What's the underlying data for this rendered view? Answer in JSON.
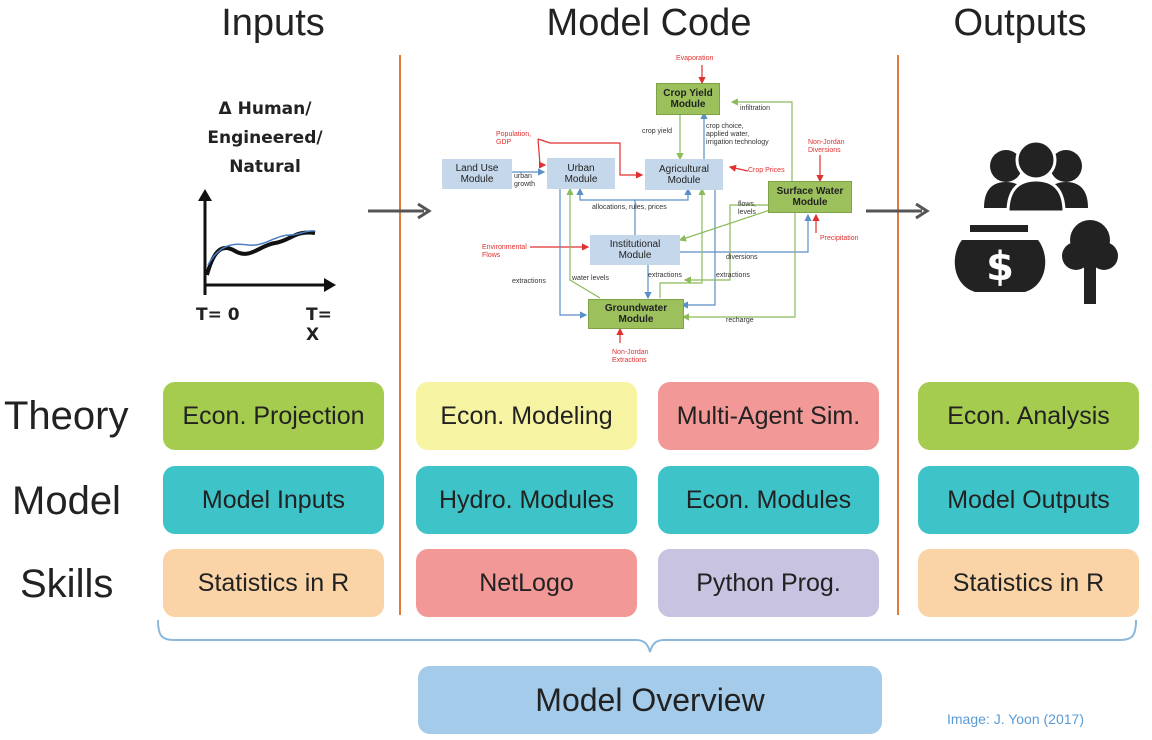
{
  "columns": {
    "inputs": "Inputs",
    "model_code": "Model Code",
    "outputs": "Outputs"
  },
  "rows": {
    "theory": "Theory",
    "model": "Model",
    "skills": "Skills"
  },
  "inputs_chart": {
    "title_line1": "Δ Human/",
    "title_line2": "Engineered/",
    "title_line3": "Natural",
    "t0": "T= 0",
    "tx": "T= X"
  },
  "model_diagram": {
    "modules": {
      "crop_yield": "Crop Yield\nModule",
      "land_use": "Land Use\nModule",
      "urban": "Urban\nModule",
      "agricultural": "Agricultural\nModule",
      "surface_water": "Surface Water\nModule",
      "institutional": "Institutional\nModule",
      "groundwater": "Groundwater\nModule"
    },
    "drivers": {
      "evaporation": "Evaporation",
      "population": "Population,\nGDP",
      "crop_prices": "Crop Prices",
      "non_jordan_diversions": "Non-Jordan\nDiversions",
      "environmental_flows": "Environmental\nFlows",
      "precipitation": "Precipitation",
      "non_jordan_extractions": "Non-Jordan\nExtractions"
    },
    "links": {
      "infiltration": "infiltration",
      "crop_yield": "crop yield",
      "crop_choice": "crop choice,\napplied water,\nirrigation technology",
      "urban_growth": "urban\ngrowth",
      "allocations": "allocations, rules, prices",
      "flows_levels": "flows,\nlevels",
      "diversions": "diversions",
      "extractions_left": "extractions",
      "water_levels": "water levels",
      "extractions_mid": "extractions",
      "extractions_right": "extractions",
      "recharge": "recharge"
    }
  },
  "boxes": {
    "theory": [
      "Econ. Projection",
      "Econ. Modeling",
      "Multi-Agent Sim.",
      "Econ. Analysis"
    ],
    "model": [
      "Model Inputs",
      "Hydro. Modules",
      "Econ. Modules",
      "Model Outputs"
    ],
    "skills": [
      "Statistics in R",
      "NetLogo",
      "Python Prog.",
      "Statistics in R"
    ]
  },
  "overview": "Model Overview",
  "credit": "Image: J. Yoon (2017)",
  "colors": {
    "green": "#a5cc4e",
    "yellow": "#f6f3a2",
    "red": "#f29896",
    "teal": "#3ec3c8",
    "peach": "#fad4a7",
    "lavender": "#c8c3e0",
    "overview_blue": "#a4ccea",
    "divider": "#e07b39",
    "brace": "#8ab8dc"
  }
}
